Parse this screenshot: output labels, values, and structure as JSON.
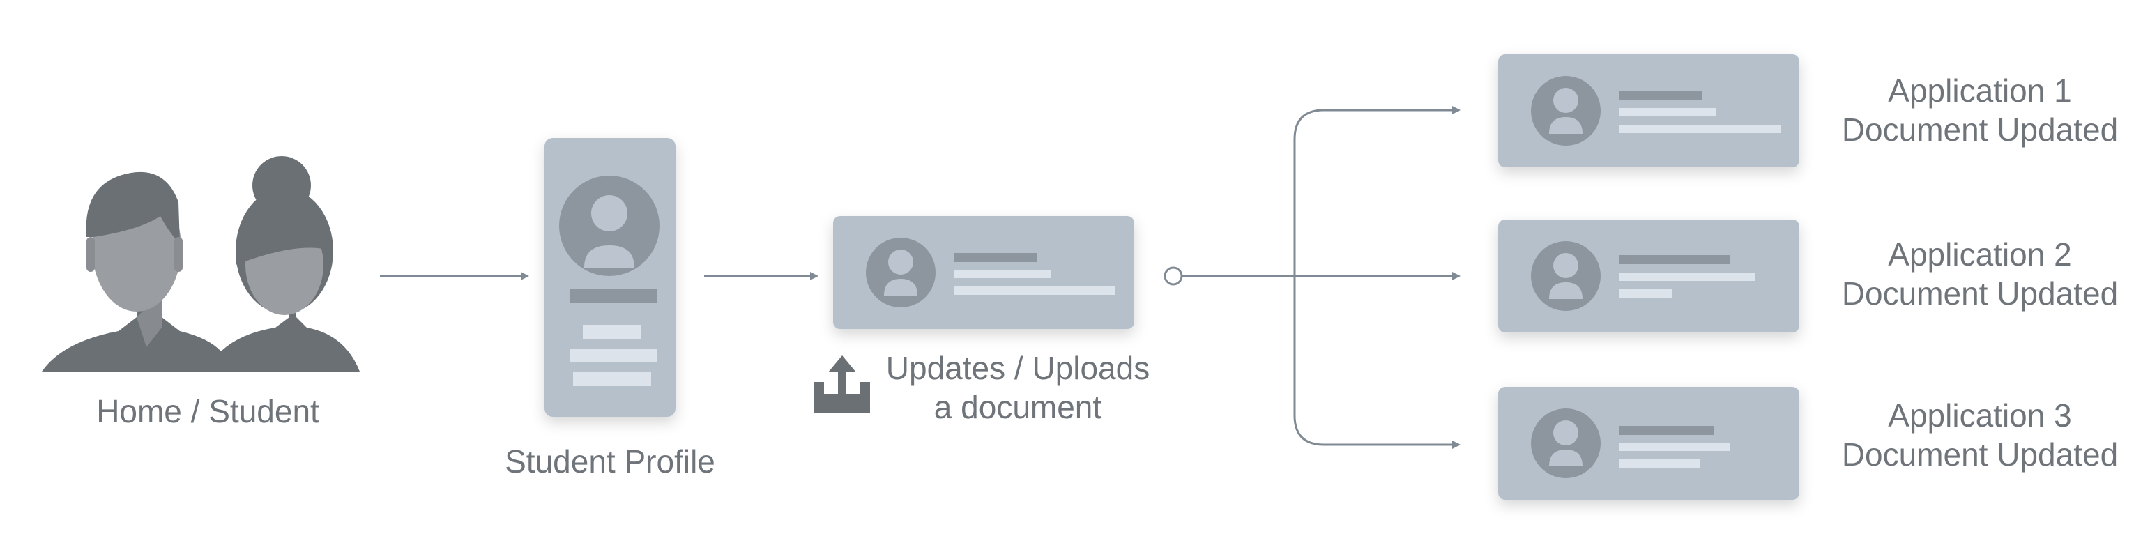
{
  "colors": {
    "background": "#ffffff",
    "connector": "#7f8a94",
    "card": "#b6c0cb",
    "avatar": "#8d969f",
    "avatar_inner": "#bcc5cf",
    "line_dark": "#8d969f",
    "line_light": "#dde3ea",
    "person_hair": "#6b7074",
    "person_face": "#9a9da2",
    "label_text": "#6e7479"
  },
  "icons": {
    "people": "people-icon",
    "upload": "upload-icon"
  },
  "nodes": {
    "home": {
      "label": "Home / Student"
    },
    "profile": {
      "label": "Student Profile"
    },
    "upload": {
      "label_line1": "Updates / Uploads",
      "label_line2": "a document"
    }
  },
  "applications": [
    {
      "line1": "Application 1",
      "line2": "Document Updated"
    },
    {
      "line1": "Application 2",
      "line2": "Document Updated"
    },
    {
      "line1": "Application 3",
      "line2": "Document Updated"
    }
  ]
}
